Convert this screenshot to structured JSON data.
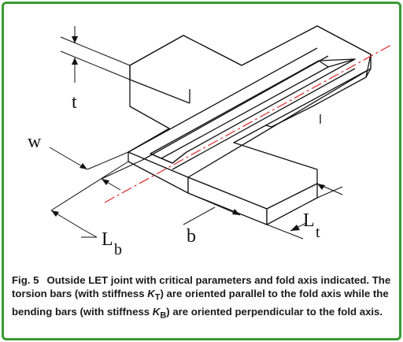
{
  "labels": {
    "t": "t",
    "w": "w",
    "b": "b",
    "L_b_main": "L",
    "L_b_sub": "b",
    "L_t_main": "L",
    "L_t_sub": "t"
  },
  "caption": {
    "number": "Fig. 5",
    "text_1": "Outside LET joint with critical parameters and fold axis indicated. The torsion bars (with stiffness ",
    "kt_main": "K",
    "kt_sub": "T",
    "text_2": ") are oriented parallel to the fold axis while the bending bars (with stiffness ",
    "kb_main": "K",
    "kb_sub": "B",
    "text_3": ") are oriented perpendicular to the fold axis."
  },
  "colors": {
    "frame_border": "#3a9a35",
    "fold_axis": "#e0282a",
    "lines": "#111111"
  }
}
